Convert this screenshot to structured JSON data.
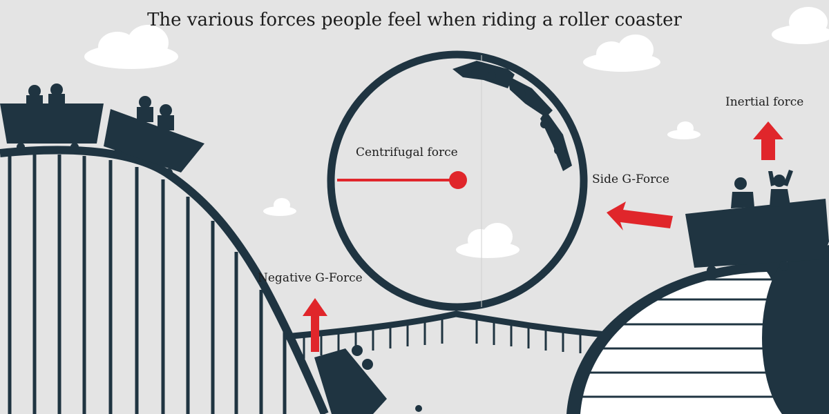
{
  "title": "The various forces people feel when riding a roller coaster",
  "labels": {
    "centrifugal": "Centrifugal force",
    "side_g": "Side G-Force",
    "inertial": "Inertial force",
    "negative_g": "Negative G-Force"
  },
  "colors": {
    "background": "#e4e4e4",
    "track": "#1f3441",
    "arrow": "#e0262b",
    "cloud": "#ffffff"
  }
}
